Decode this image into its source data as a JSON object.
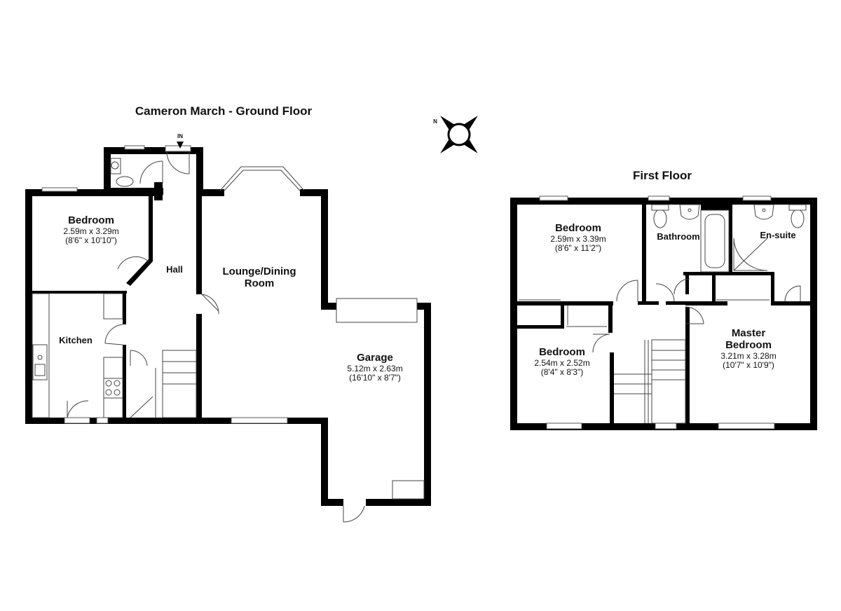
{
  "ground_floor": {
    "title": "Cameron March - Ground Floor",
    "entrance_label": "IN",
    "rooms": {
      "bedroom": {
        "name": "Bedroom",
        "metric": "2.59m x 3.29m",
        "imperial": "(8'6\" x 10'10\")"
      },
      "hall": {
        "name": "Hall"
      },
      "lounge": {
        "name_line1": "Lounge/Dining",
        "name_line2": "Room"
      },
      "kitchen": {
        "name": "Kitchen"
      },
      "garage": {
        "name": "Garage",
        "metric": "5.12m x 2.63m",
        "imperial": "(16'10\" x 8'7\")"
      }
    }
  },
  "compass": {
    "label": "N"
  },
  "first_floor": {
    "title": "First Floor",
    "rooms": {
      "bedroom_1": {
        "name": "Bedroom",
        "metric": "2.59m x 3.39m",
        "imperial": "(8'6\" x 11'2\")"
      },
      "bathroom": {
        "name": "Bathroom"
      },
      "ensuite": {
        "name": "En-suite"
      },
      "bedroom_2": {
        "name": "Bedroom",
        "metric": "2.54m x 2.52m",
        "imperial": "(8'4\" x 8'3\")"
      },
      "master": {
        "name_line1": "Master",
        "name_line2": "Bedroom",
        "metric": "3.21m x 3.28m",
        "imperial": "(10'7\" x 10'9\")"
      }
    }
  }
}
